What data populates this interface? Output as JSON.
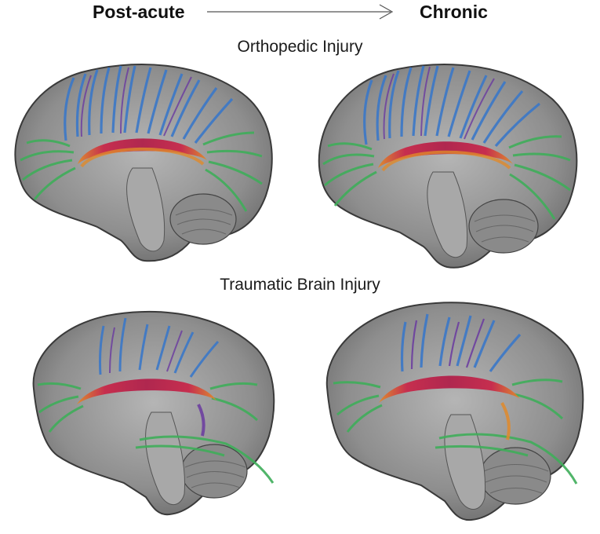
{
  "header": {
    "left_label": "Post-acute",
    "right_label": "Chronic",
    "arrow_icon": "right-arrow-icon"
  },
  "sections": {
    "top_title": "Orthopedic Injury",
    "bottom_title": "Traumatic Brain Injury"
  },
  "colors": {
    "gray_matter": "#9a9a9a",
    "outline": "#3a3a3a",
    "tract_blue": "#3b78c8",
    "tract_green": "#3fae5a",
    "tract_red": "#c8284a",
    "tract_orange": "#e08a2a",
    "tract_purple": "#6a3aa0"
  }
}
